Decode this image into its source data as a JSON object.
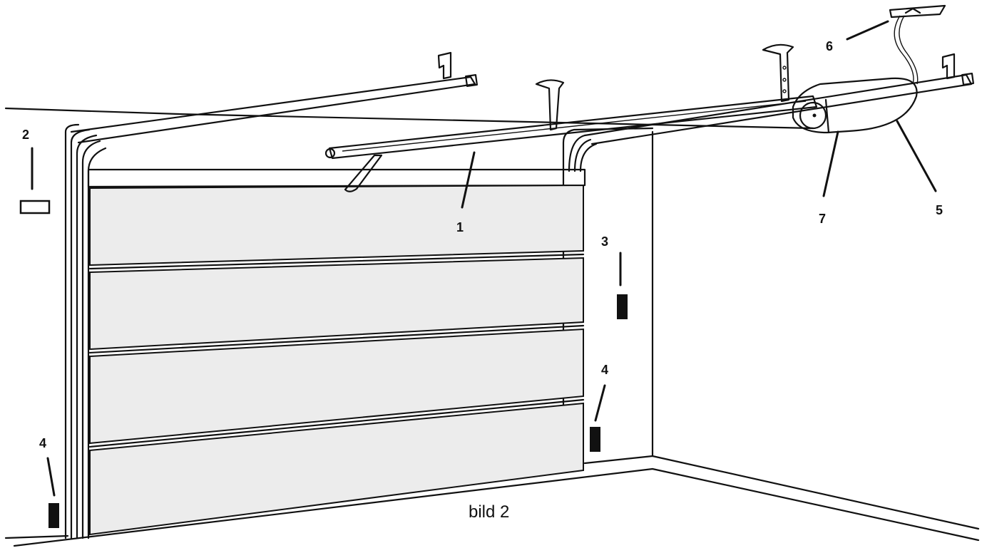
{
  "caption": "bild 2",
  "callouts": {
    "c1": "1",
    "c2": "2",
    "c3": "3",
    "c4a": "4",
    "c4b": "4",
    "c5": "5",
    "c6": "6",
    "c7": "7"
  }
}
